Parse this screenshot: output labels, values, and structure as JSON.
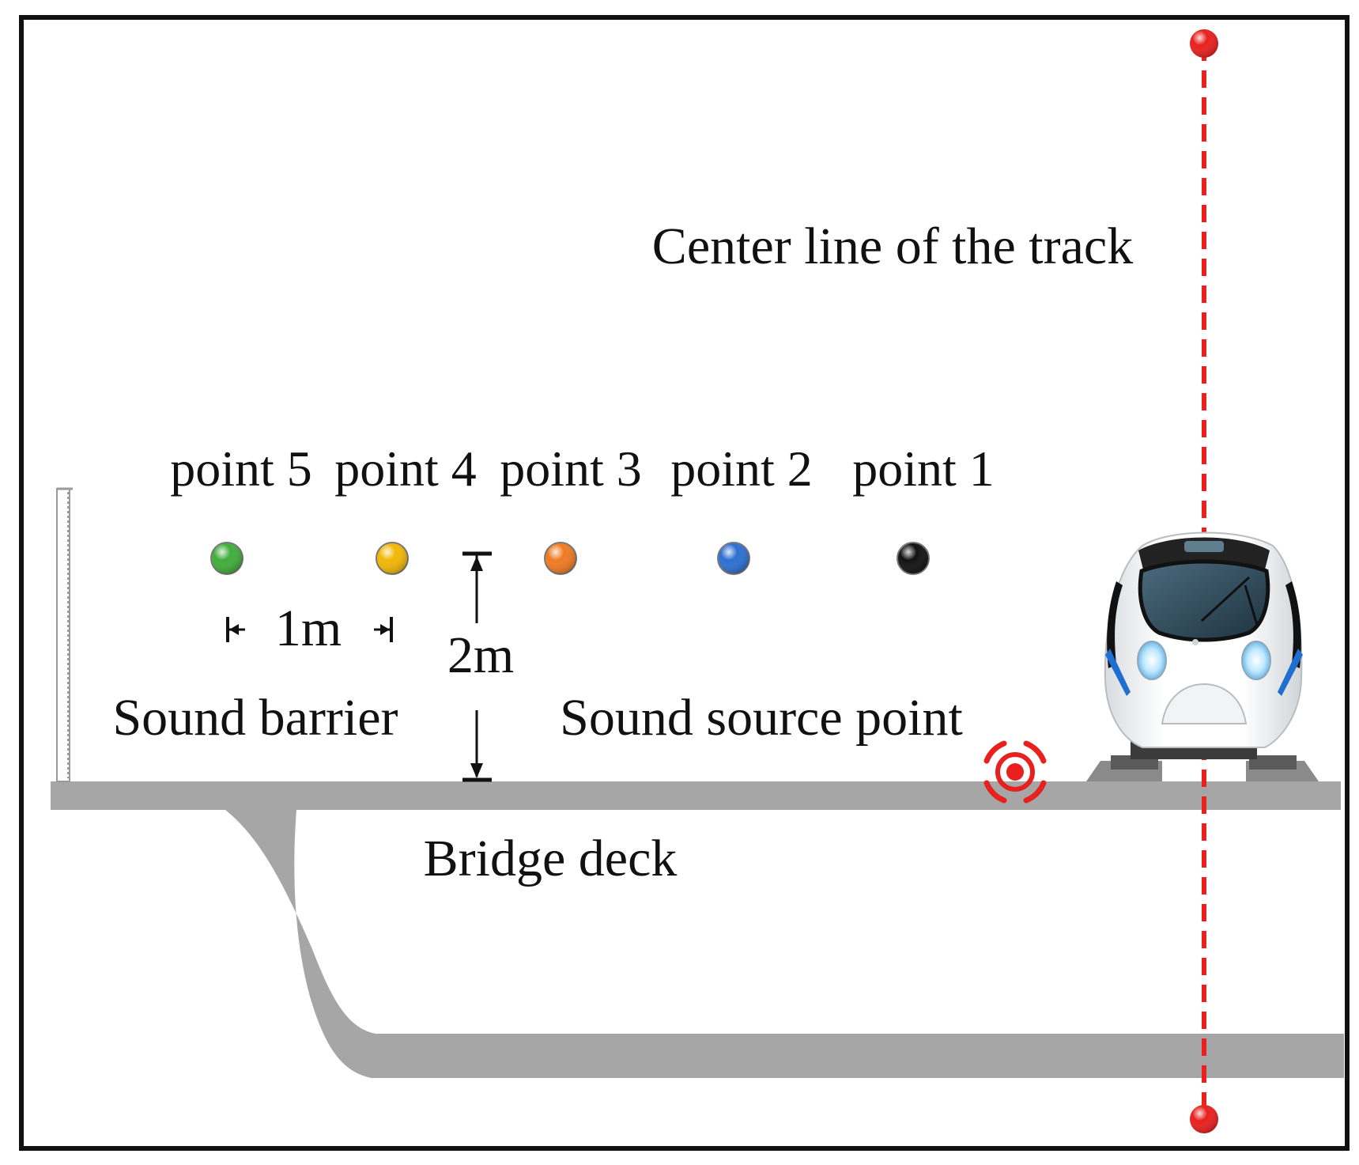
{
  "labels": {
    "center_line": "Center line of the track",
    "sound_barrier": "Sound barrier",
    "sound_source": "Sound source point",
    "bridge_deck": "Bridge deck",
    "spacing": "1m",
    "height": "2m"
  },
  "points": [
    {
      "label": "point 5",
      "color": "#3fae3a"
    },
    {
      "label": "point 4",
      "color": "#f2b705"
    },
    {
      "label": "point 3",
      "color": "#f07a22"
    },
    {
      "label": "point 2",
      "color": "#2d6fd2"
    },
    {
      "label": "point 1",
      "color": "#111111"
    }
  ],
  "colors": {
    "frame": "#111111",
    "structure": "#a6a6a6",
    "center_line": "#e8201e",
    "source": "#e8201e"
  },
  "icons": {
    "train": "high-speed-train-icon",
    "source": "sound-source-icon"
  }
}
